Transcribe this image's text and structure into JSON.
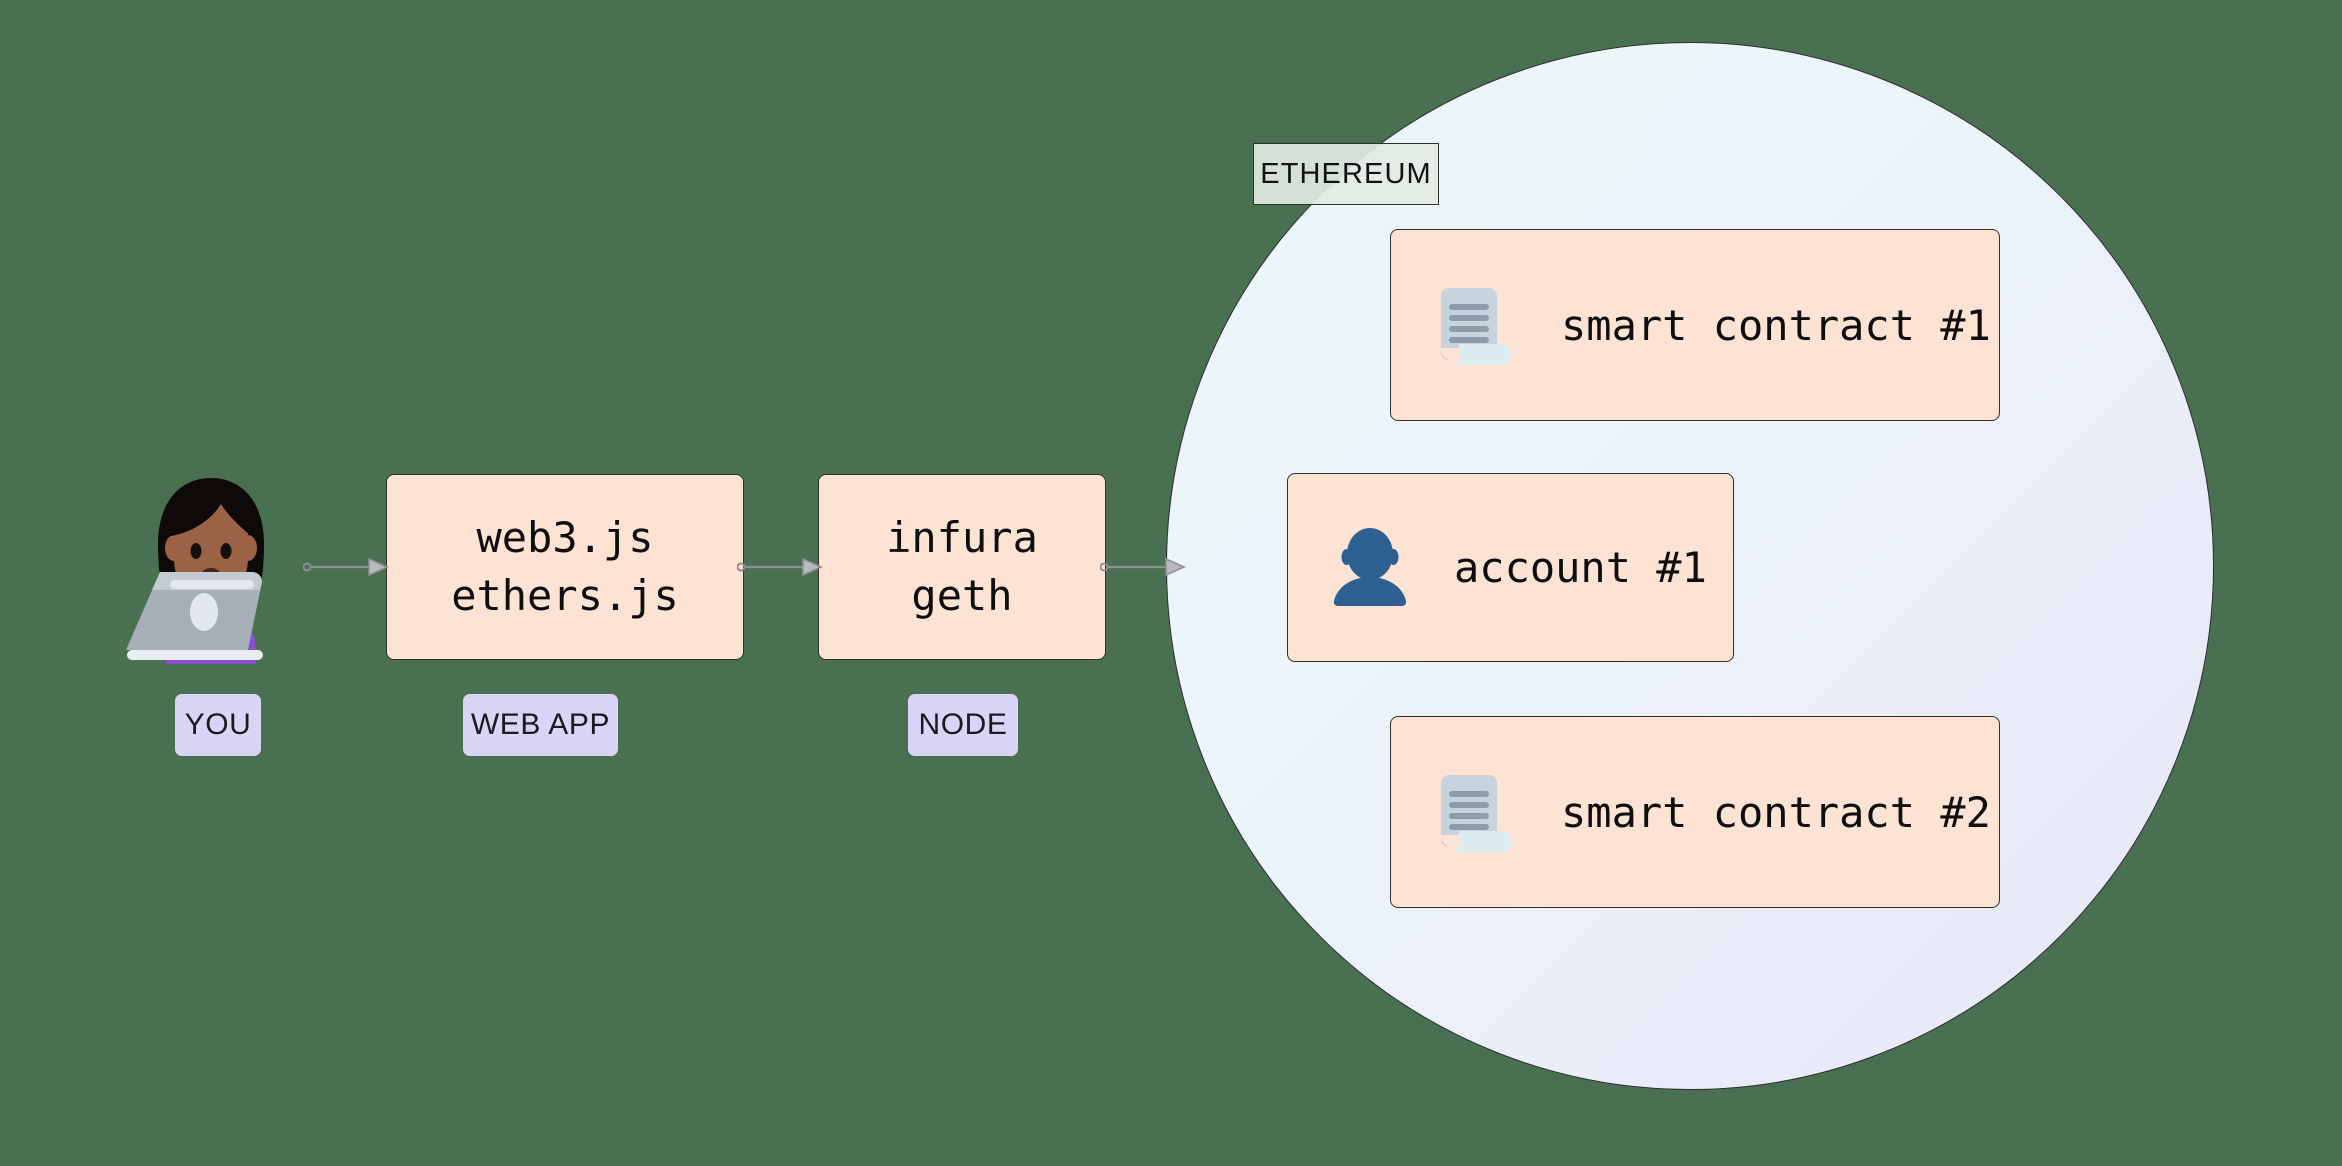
{
  "background_color": "#4a7052",
  "diagram": {
    "title_tag": "ETHEREUM",
    "stages": [
      {
        "id": "you",
        "tag": "YOU",
        "icon": "woman-with-laptop-icon"
      },
      {
        "id": "webapp",
        "tag": "WEB APP",
        "lines": [
          "web3.js",
          "ethers.js"
        ]
      },
      {
        "id": "node",
        "tag": "NODE",
        "lines": [
          "infura",
          "geth"
        ]
      }
    ],
    "arrows": [
      {
        "from": "you",
        "to": "webapp",
        "style": "line-with-arrowhead"
      },
      {
        "from": "webapp",
        "to": "node",
        "style": "line-with-arrowhead"
      },
      {
        "from": "node",
        "to": "ethereum",
        "style": "line-with-arrowhead"
      }
    ],
    "ethereum": {
      "label": "ETHEREUM",
      "items": [
        {
          "id": "contract1",
          "label": "smart contract #1",
          "icon": "document-scroll-icon"
        },
        {
          "id": "account1",
          "label": "account #1",
          "icon": "person-bust-icon"
        },
        {
          "id": "contract2",
          "label": "smart contract #2",
          "icon": "document-scroll-icon"
        }
      ]
    }
  },
  "colors": {
    "background": "#4a7052",
    "box_fill": "#fce3d4",
    "box_border": "#332f2d",
    "tag_fill": "#d8d5f6",
    "ethereum_tag_fill": "#e1e9e2",
    "circle_gradient_start": "#eaf7f8",
    "circle_gradient_end": "#e7e7f6",
    "account_icon": "#2e6191",
    "document_icon": "#c7d3dd"
  }
}
